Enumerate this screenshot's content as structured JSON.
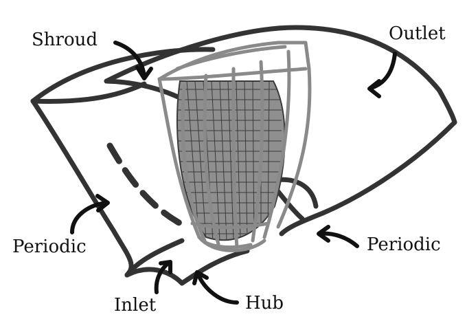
{
  "labels": {
    "shroud": "Shroud",
    "outlet": "Outlet",
    "periodic_left": "Periodic",
    "periodic_right": "Periodic",
    "inlet": "Inlet",
    "hub": "Hub"
  },
  "colors": {
    "domain_edge": "#333333",
    "cage": "#8a8a8a",
    "blade_fill": "#8f8f8f",
    "blade_grid": "#3a3a3a",
    "arrow": "#111111"
  }
}
